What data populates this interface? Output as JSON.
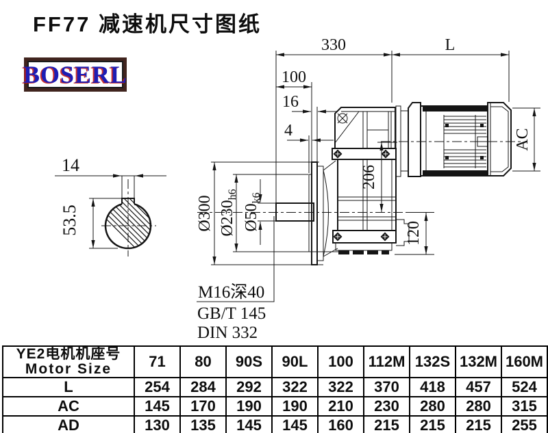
{
  "title": "FF77 减速机尺寸图纸",
  "logo": {
    "text": "BOSERL"
  },
  "drawing": {
    "dims": {
      "overall_width": "330",
      "motor_length": "L",
      "shaft_length": "100",
      "flange_thickness": "16",
      "spigot_offset": "4",
      "motor_diameter": "AC",
      "center_height": "206",
      "base_height": "120",
      "flange_diameter": "Ø300",
      "spigot_diameter": "Ø230",
      "spigot_tolerance": "h6",
      "shaft_diameter": "Ø50",
      "shaft_tolerance": "k6",
      "keyway_width": "14",
      "keyway_depth": "53.5"
    },
    "callout": {
      "tapped_hole": "M16深40",
      "standard_gb": "GB/T 145",
      "standard_din": "DIN 332"
    }
  },
  "table": {
    "header_cn": "YE2电机机座号",
    "header_en": "Motor Size",
    "columns": [
      "71",
      "80",
      "90S",
      "90L",
      "100",
      "112M",
      "132S",
      "132M",
      "160M"
    ],
    "rows": [
      {
        "label": "L",
        "values": [
          "254",
          "284",
          "292",
          "322",
          "322",
          "370",
          "418",
          "457",
          "524"
        ]
      },
      {
        "label": "AC",
        "values": [
          "145",
          "170",
          "190",
          "190",
          "210",
          "230",
          "280",
          "280",
          "315"
        ]
      },
      {
        "label": "AD",
        "values": [
          "130",
          "135",
          "145",
          "145",
          "160",
          "215",
          "215",
          "215",
          "255"
        ]
      }
    ]
  }
}
